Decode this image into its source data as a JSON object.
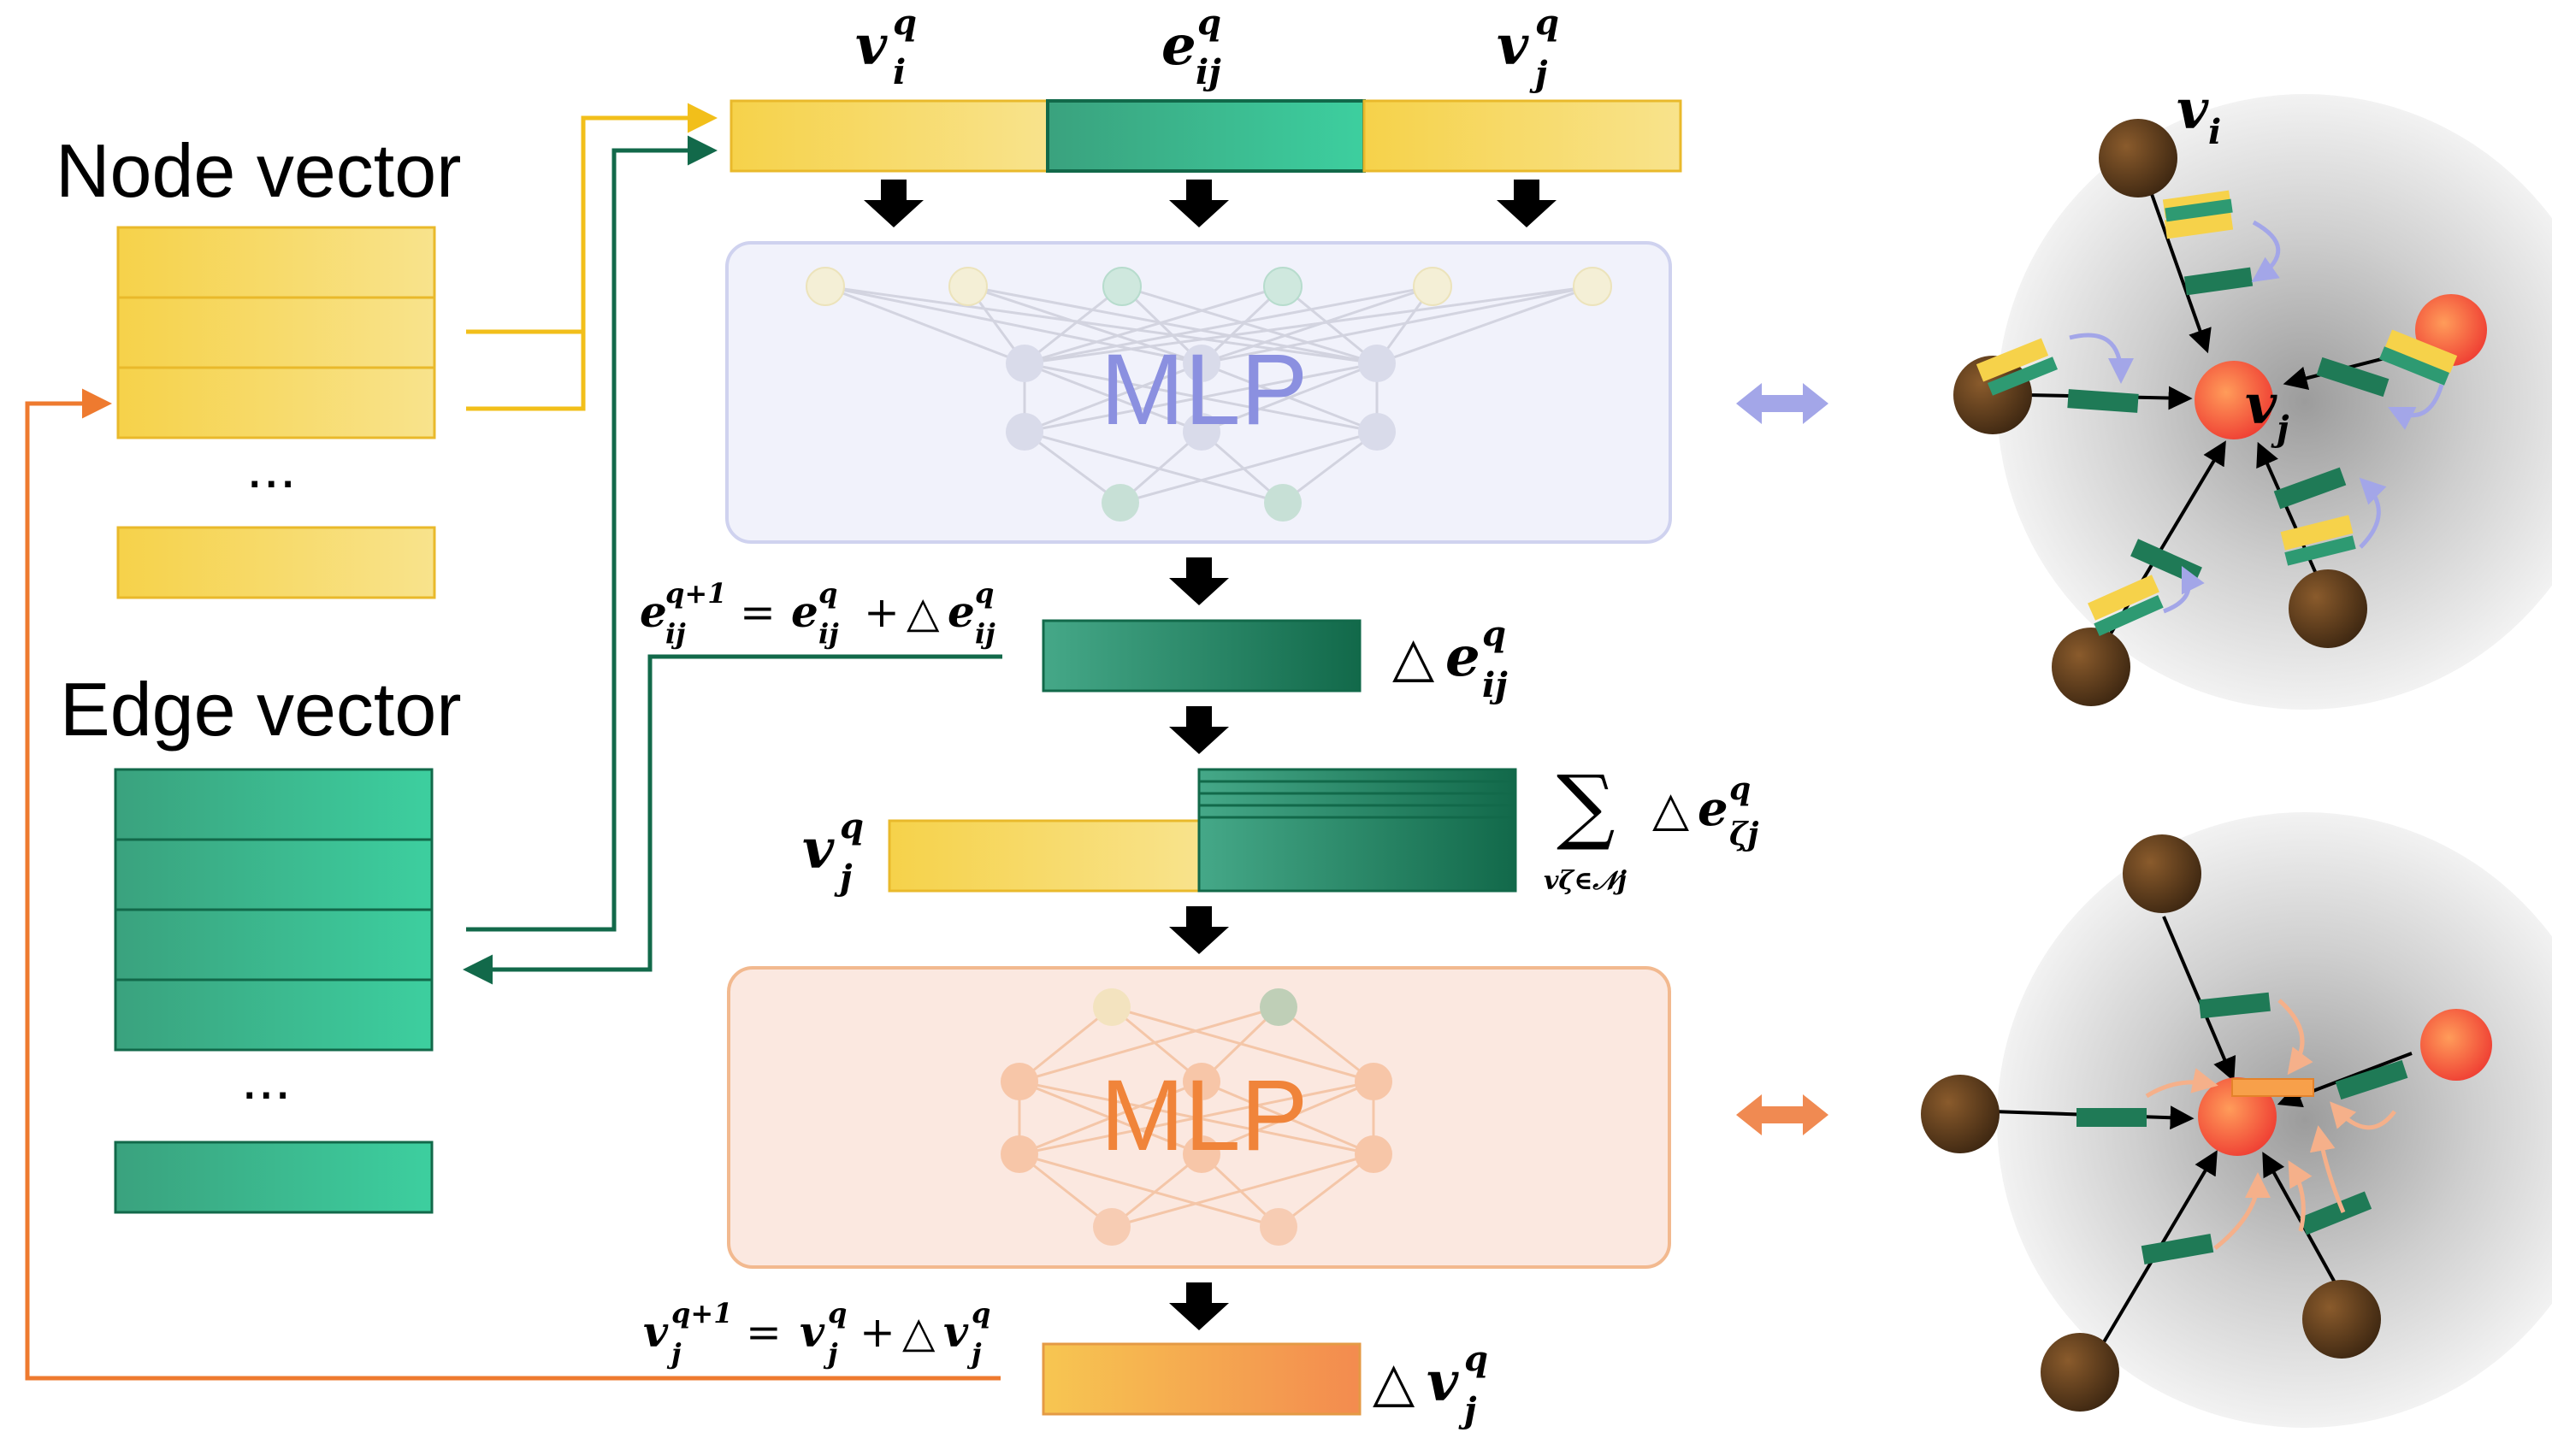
{
  "labels": {
    "node_vector": "Node vector",
    "edge_vector": "Edge vector",
    "ellipsis": "...",
    "mlp": "MLP"
  },
  "concat_top": {
    "v_i": {
      "base": "v",
      "sub": "i",
      "sup": "q"
    },
    "e_ij": {
      "base": "e",
      "sub": "ij",
      "sup": "q"
    },
    "v_j": {
      "base": "v",
      "sub": "j",
      "sup": "q"
    }
  },
  "edge_update": {
    "lhs_base": "e",
    "lhs_sub": "ij",
    "lhs_sup": "q+1",
    "eq": "=",
    "t1_base": "e",
    "t1_sub": "ij",
    "t1_sup": "q",
    "plus": "+",
    "delta": "△",
    "t2_base": "e",
    "t2_sub": "ij",
    "t2_sup": "q"
  },
  "delta_e": {
    "delta": "△",
    "base": "e",
    "sub": "ij",
    "sup": "q"
  },
  "node_input": {
    "base": "v",
    "sub": "j",
    "sup": "q"
  },
  "aggregate": {
    "sum": "∑",
    "under": "vζ∈𝒩j",
    "delta": "△",
    "base": "e",
    "sub": "ζj",
    "sup": "q"
  },
  "node_update": {
    "lhs_base": "v",
    "lhs_sub": "j",
    "lhs_sup": "q+1",
    "eq": "=",
    "t1_base": "v",
    "t1_sub": "j",
    "t1_sup": "q",
    "plus": "+",
    "delta": "△",
    "t2_base": "v",
    "t2_sub": "j",
    "t2_sup": "q"
  },
  "delta_v": {
    "delta": "△",
    "base": "v",
    "sub": "j",
    "sup": "q"
  },
  "graph_labels": {
    "v_i": "v",
    "v_i_sub": "i",
    "v_j": "v",
    "v_j_sub": "j"
  },
  "colors": {
    "yellow_a": "#f6d24a",
    "yellow_b": "#f8e38c",
    "green_dark": "#12694a",
    "green_mid": "#3aa27e",
    "green_light": "#3dcf9f",
    "orange": "#ee7a2f",
    "orange_light": "#f4a261",
    "mlp_blue": "#8b90e0",
    "mlp_orange": "#f0843a",
    "node_brown": "#5a3b1c",
    "node_red": "#f5503a",
    "arrow_purple": "#a3a6e8",
    "arrow_peach": "#f5b08a"
  }
}
